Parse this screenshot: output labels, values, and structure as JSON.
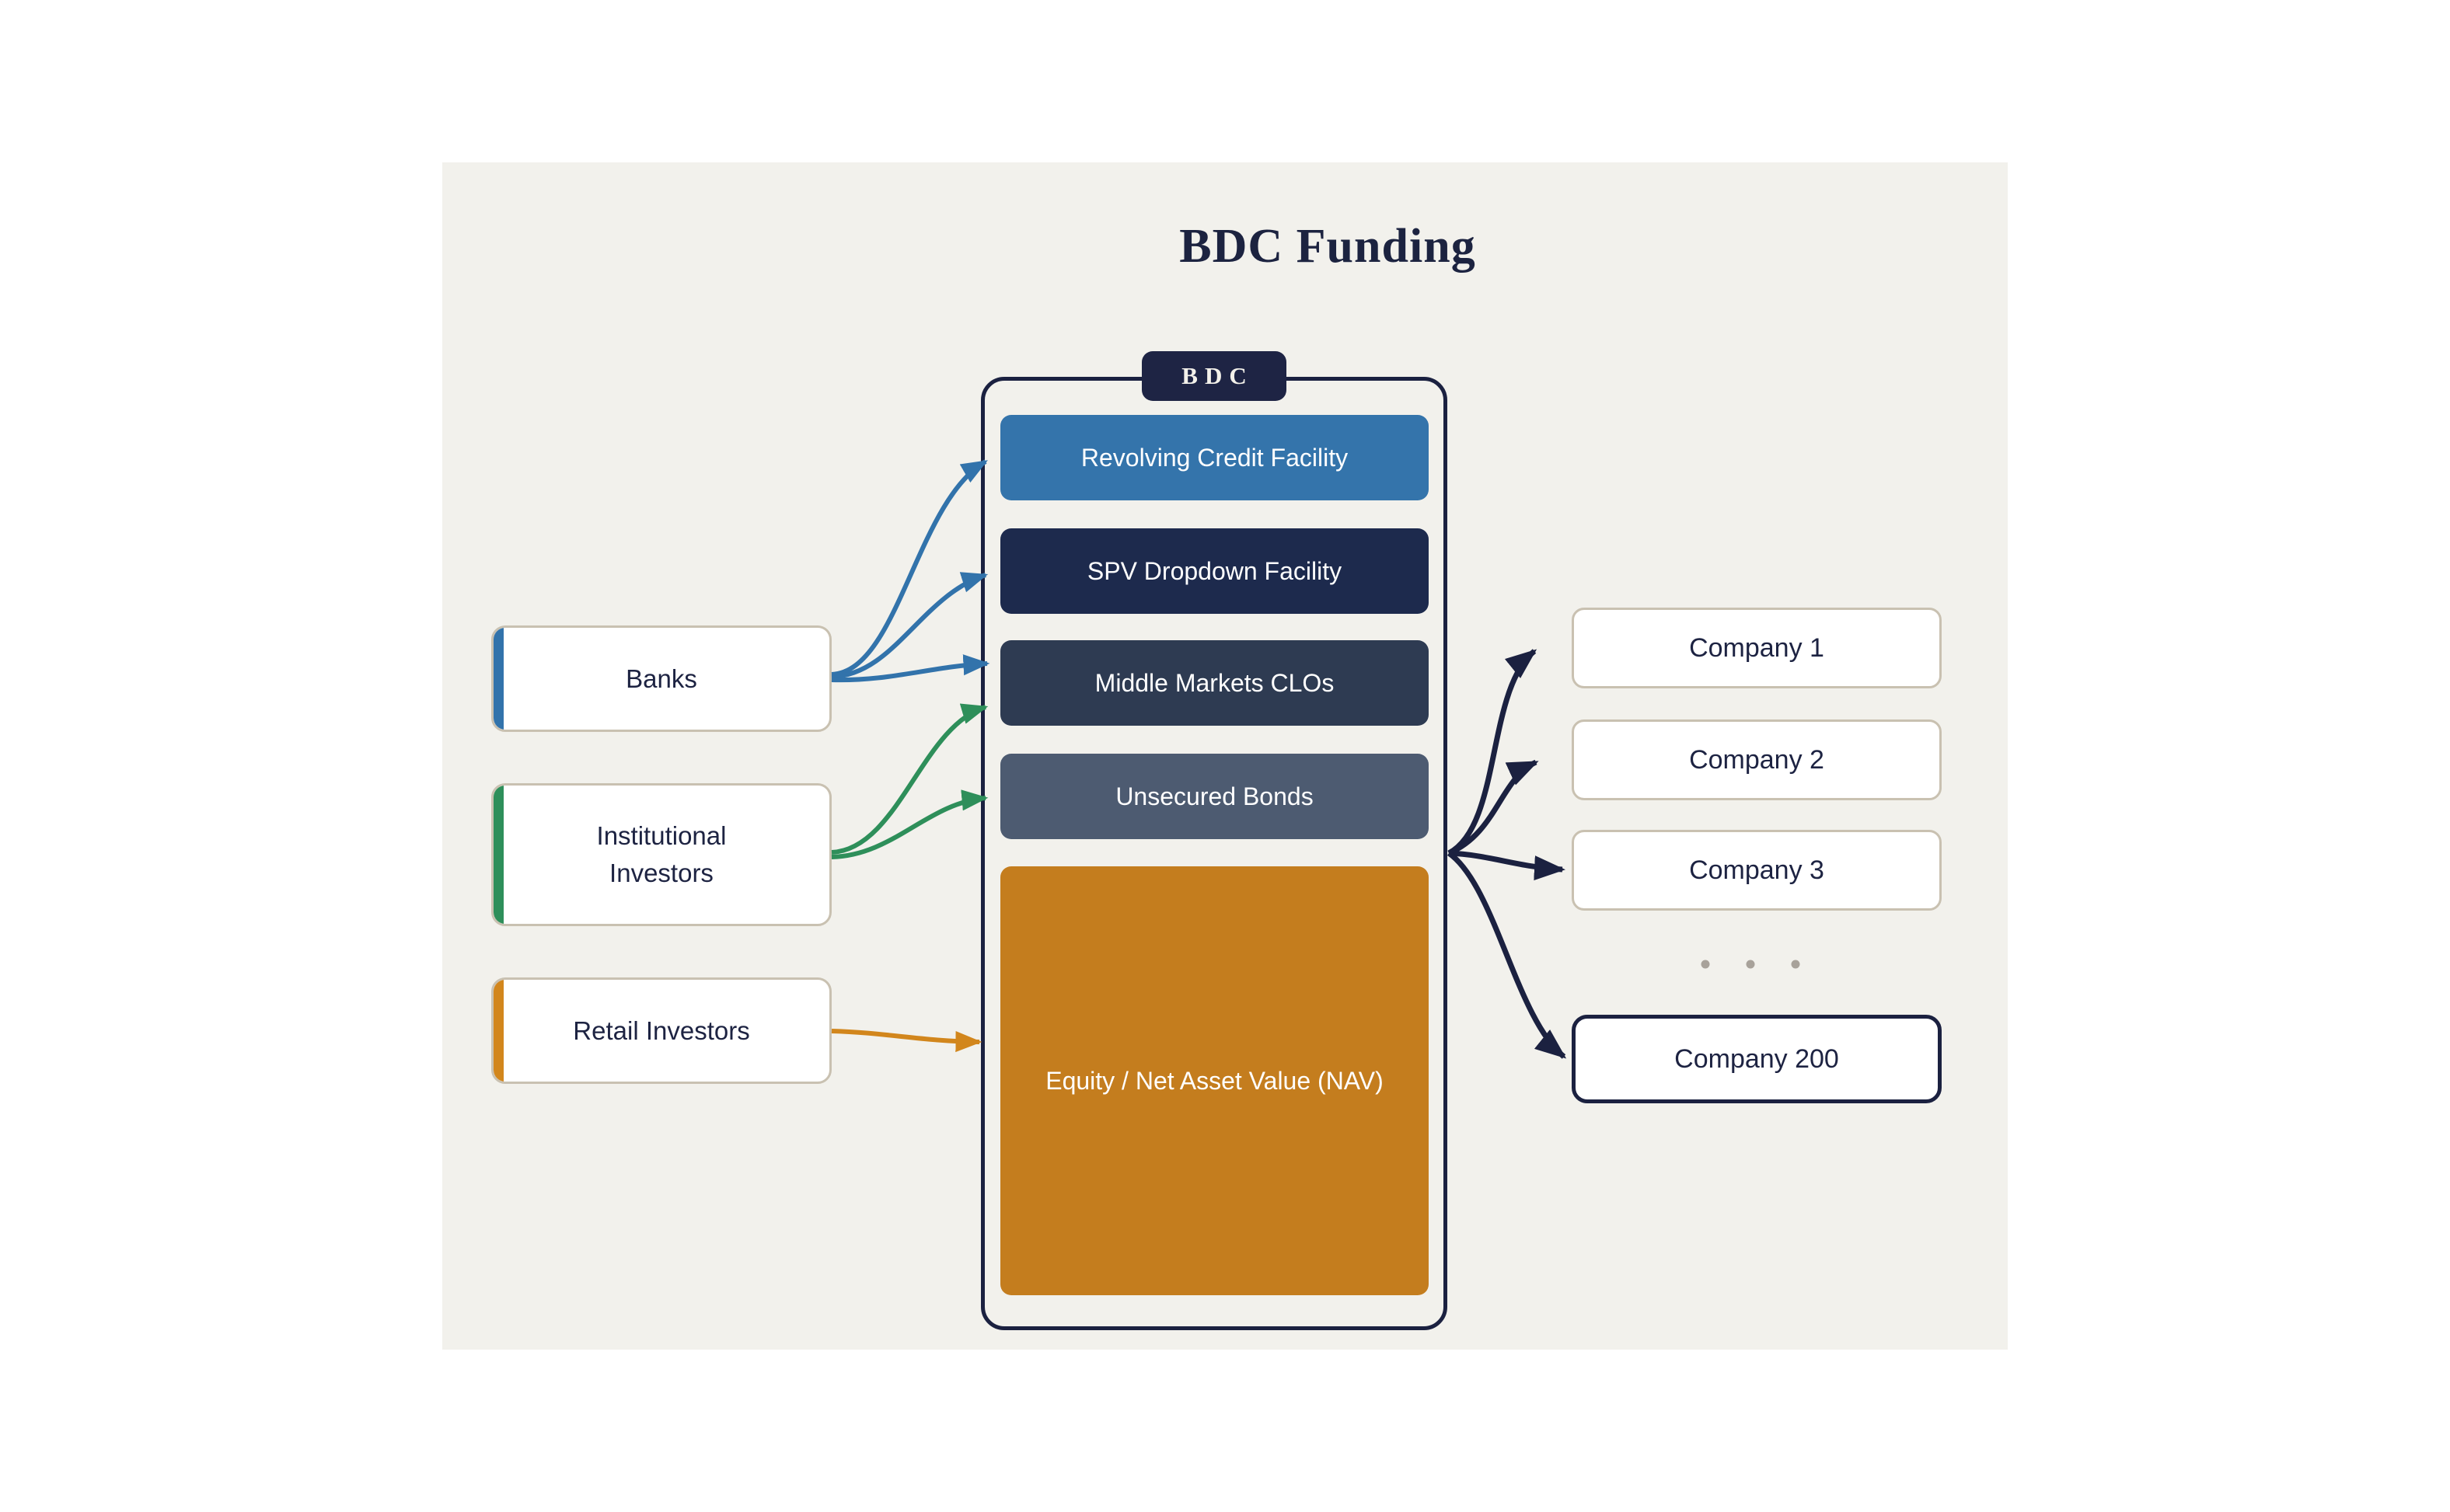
{
  "title": "BDC Funding",
  "bdc": {
    "badge": "BDC",
    "items": [
      {
        "label": "Revolving Credit Facility",
        "color": "#3474ab"
      },
      {
        "label": "SPV Dropdown Facility",
        "color": "#1d2a4d"
      },
      {
        "label": "Middle Markets CLOs",
        "color": "#2e3b52"
      },
      {
        "label": "Unsecured Bonds",
        "color": "#4d5b71"
      },
      {
        "label": "Equity / Net Asset Value (NAV)",
        "color": "#c47d1e"
      }
    ]
  },
  "sources": [
    {
      "label": "Banks",
      "accent": "#3273ab"
    },
    {
      "label": "Institutional Investors",
      "accent": "#2e8f5a"
    },
    {
      "label": "Retail Investors",
      "accent": "#d2861c"
    }
  ],
  "companies": [
    {
      "label": "Company 1"
    },
    {
      "label": "Company 2"
    },
    {
      "label": "Company 3"
    },
    {
      "label": "Company 200",
      "emphasized": true
    }
  ],
  "ellipsis_dots": 3,
  "edges": [
    {
      "from": "Banks",
      "to": "Revolving Credit Facility",
      "color": "#3273ab"
    },
    {
      "from": "Banks",
      "to": "SPV Dropdown Facility",
      "color": "#3273ab"
    },
    {
      "from": "Banks",
      "to": "Middle Markets CLOs",
      "color": "#3273ab"
    },
    {
      "from": "Institutional Investors",
      "to": "Middle Markets CLOs",
      "color": "#2e8f5a"
    },
    {
      "from": "Institutional Investors",
      "to": "Unsecured Bonds",
      "color": "#2e8f5a"
    },
    {
      "from": "Retail Investors",
      "to": "Equity / Net Asset Value (NAV)",
      "color": "#d2861c"
    },
    {
      "from": "BDC",
      "to": "Company 1",
      "color": "#1b2140"
    },
    {
      "from": "BDC",
      "to": "Company 2",
      "color": "#1b2140"
    },
    {
      "from": "BDC",
      "to": "Company 3",
      "color": "#1b2140"
    },
    {
      "from": "BDC",
      "to": "Company 200",
      "color": "#1b2140"
    }
  ],
  "colors": {
    "page_bg": "#ffffff",
    "panel_bg": "#f2f1ec",
    "outline_navy": "#1b2140",
    "badge_bg": "#1e2444",
    "box_border_tan": "#c9c1b1",
    "text_navy": "#1d2342",
    "dot_gray": "#a8a29a",
    "arrow_blue": "#3273ab",
    "arrow_green": "#2e8f5a",
    "arrow_orange": "#d2861c"
  }
}
